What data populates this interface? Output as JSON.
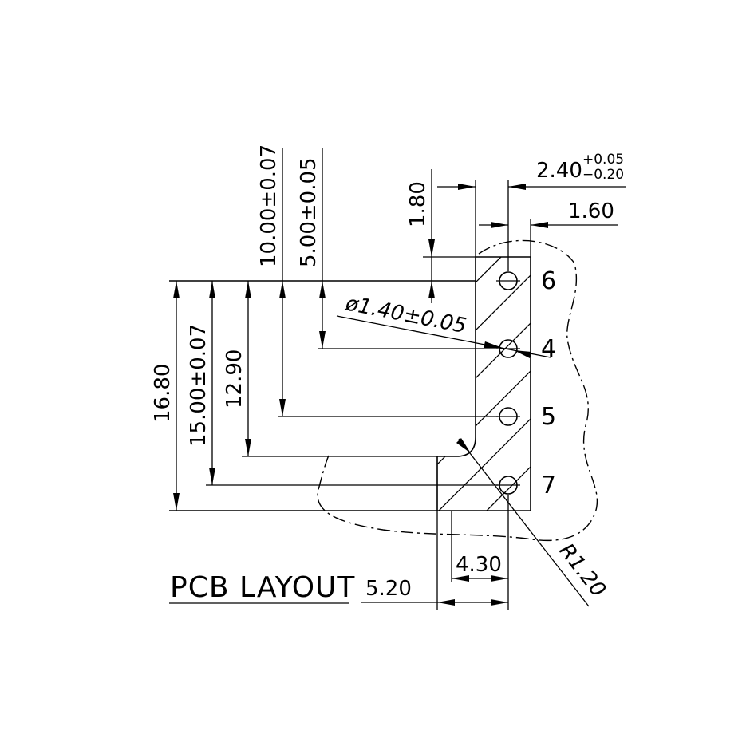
{
  "title": "PCB LAYOUT",
  "pins": [
    {
      "label": "6"
    },
    {
      "label": "4"
    },
    {
      "label": "5"
    },
    {
      "label": "7"
    }
  ],
  "dimensions": {
    "d_10_00": "10.00±0.07",
    "d_5_00": "5.00±0.05",
    "d_1_80": "1.80",
    "d_2_40": "2.40",
    "d_2_40_tol_upper": "+0.05",
    "d_2_40_tol_lower": "−0.20",
    "d_1_60": "1.60",
    "hole_dia": "ø1.40±0.05",
    "d_16_80": "16.80",
    "d_15_00": "15.00±0.07",
    "d_12_90": "12.90",
    "d_4_30": "4.30",
    "d_5_20": "5.20",
    "radius": "R1.20"
  },
  "colors": {
    "line": "#000000",
    "background": "#ffffff"
  }
}
